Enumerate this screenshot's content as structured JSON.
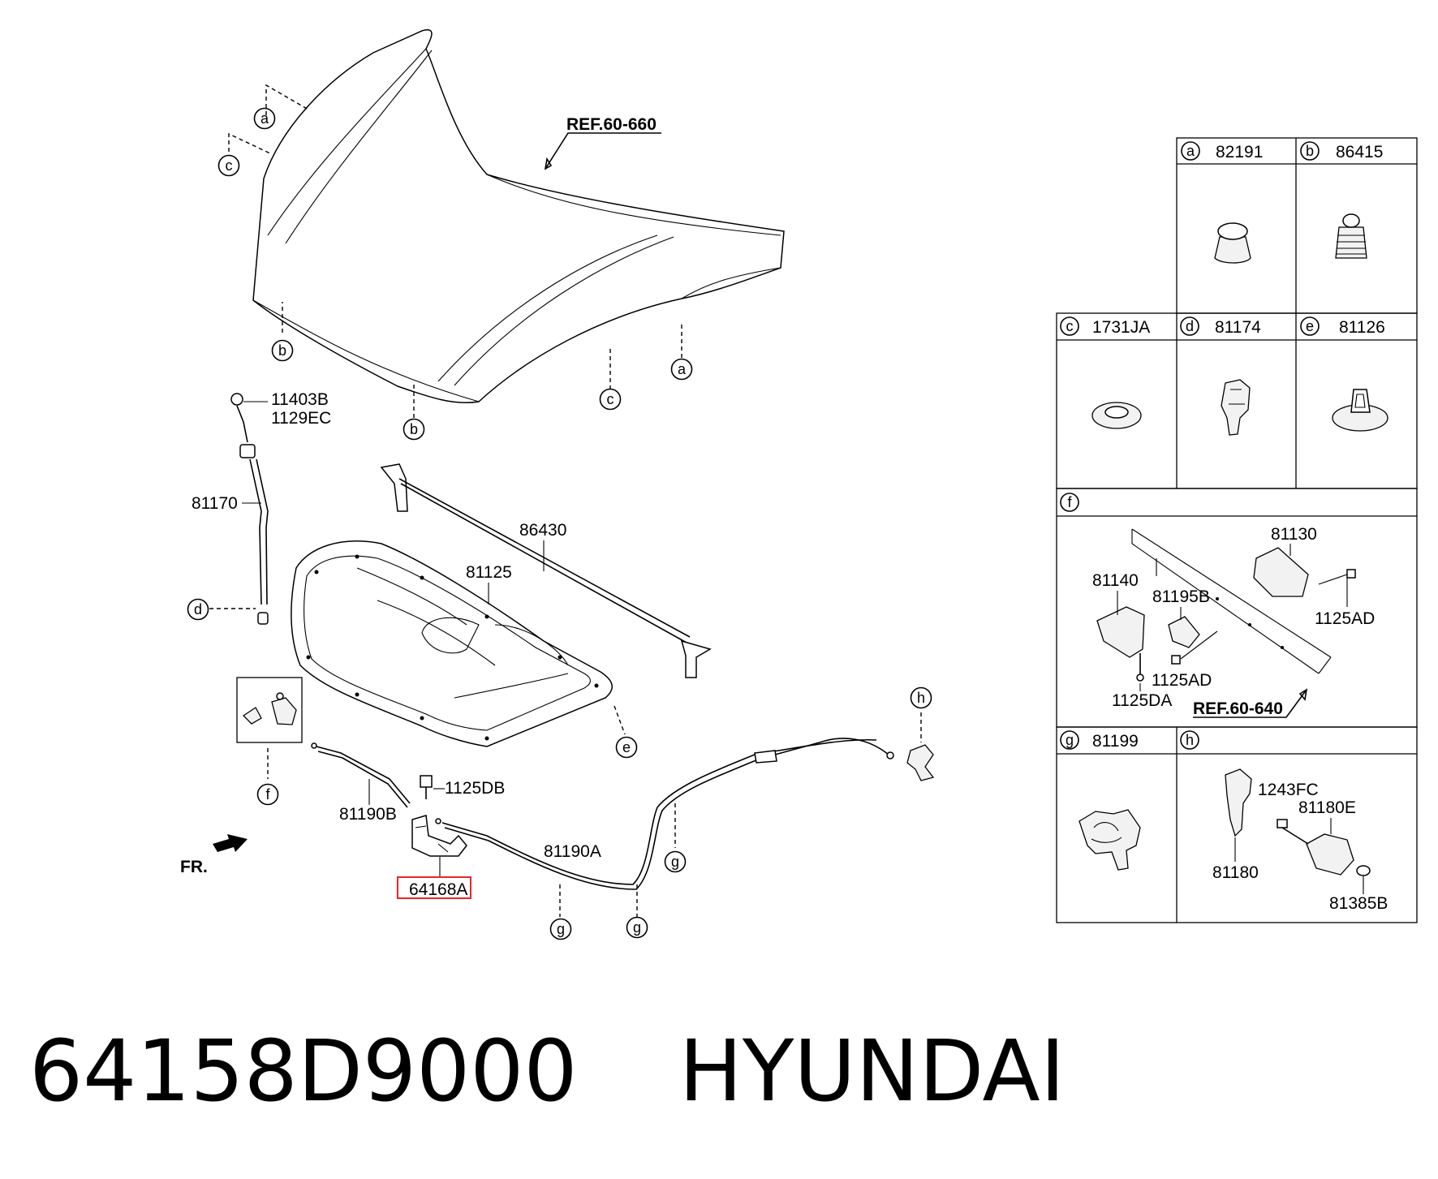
{
  "main": {
    "ref_hood": "REF.60-660",
    "front_label": "FR.",
    "highlight_color": "#e8262b",
    "callouts": {
      "a_top": "a",
      "c_top": "c",
      "b_left": "b",
      "b_mid": "b",
      "c_mid": "c",
      "a_right": "a",
      "d": "d",
      "e": "e",
      "f": "f",
      "g1": "g",
      "g2": "g",
      "g3": "g",
      "h": "h"
    },
    "parts": {
      "p11403B": "11403B",
      "p1129EC": "1129EC",
      "p81170": "81170",
      "p86430": "86430",
      "p81125": "81125",
      "p1125DB": "1125DB",
      "p81190B": "81190B",
      "p81190A": "81190A",
      "p64168A": "64168A"
    }
  },
  "legend": {
    "a": {
      "letter": "a",
      "part": "82191"
    },
    "b": {
      "letter": "b",
      "part": "86415"
    },
    "c": {
      "letter": "c",
      "part": "1731JA"
    },
    "d": {
      "letter": "d",
      "part": "81174"
    },
    "e": {
      "letter": "e",
      "part": "81126"
    },
    "f": {
      "letter": "f",
      "p81130": "81130",
      "p81140": "81140",
      "p81195B": "81195B",
      "p1125AD_a": "1125AD",
      "p1125AD_b": "1125AD",
      "p1125DA": "1125DA",
      "ref": "REF.60-640"
    },
    "g": {
      "letter": "g",
      "part": "81199"
    },
    "h": {
      "letter": "h",
      "p1243FC": "1243FC",
      "p81180E": "81180E",
      "p81180": "81180",
      "p81385B": "81385B"
    }
  },
  "footer": {
    "part_number": "64158D9000",
    "brand": "HYUNDAI"
  }
}
